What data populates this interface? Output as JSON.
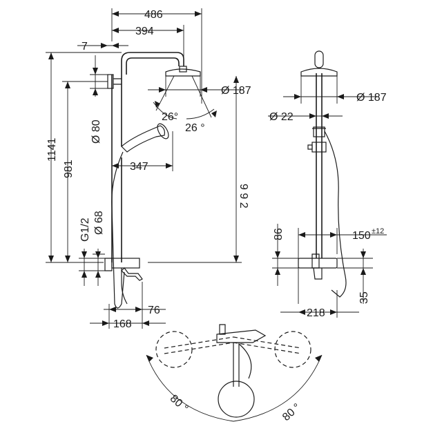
{
  "dimensions": {
    "w486": "486",
    "w394": "394",
    "w7": "7",
    "h1141": "1141",
    "h981": "981",
    "h80": "Ø 80",
    "d187_left": "Ø 187",
    "angle26a": "26°",
    "angle26b": "26 °",
    "w347": "347",
    "h992": "9 9 2",
    "g12": "G1/2",
    "d68": "Ø 68",
    "w76": "76",
    "w168": "168",
    "d187_right": "Ø 187",
    "d22": "Ø 22",
    "h86": "86",
    "w150": "150",
    "tol150": "±12",
    "h35": "35",
    "w218": "218",
    "rot80_left": "80 °",
    "rot80_right": "80 °"
  }
}
